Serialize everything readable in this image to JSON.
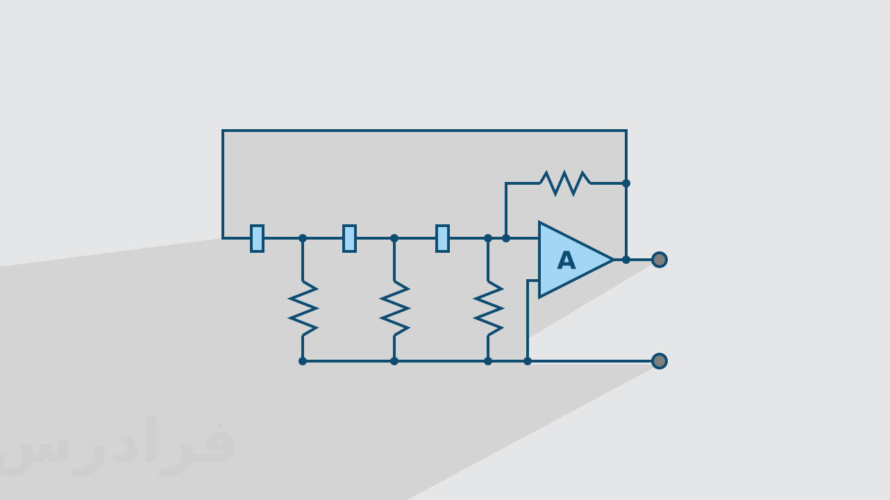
{
  "diagram": {
    "type": "RC phase-shift oscillator circuit",
    "amplifier": {
      "label": "A"
    },
    "components": {
      "series_capacitors": 3,
      "shunt_resistors": 3,
      "feedback_resistor": 1,
      "amplifier": 1,
      "output_terminals": 2
    }
  },
  "watermark": {
    "text": "فرادرس"
  },
  "colors": {
    "background": "#e5e6e8",
    "shadow": "#d4d4d5",
    "wire": "#0e4c72",
    "component_fill": "#a3d6f5",
    "terminal_fill": "#7f7f7f",
    "watermark": "#cfcfcf"
  },
  "icons": {
    "capacitor": "capacitor-icon",
    "resistor": "resistor-icon",
    "amplifier": "op-amp-triangle-icon",
    "terminal": "terminal-circle-icon"
  }
}
